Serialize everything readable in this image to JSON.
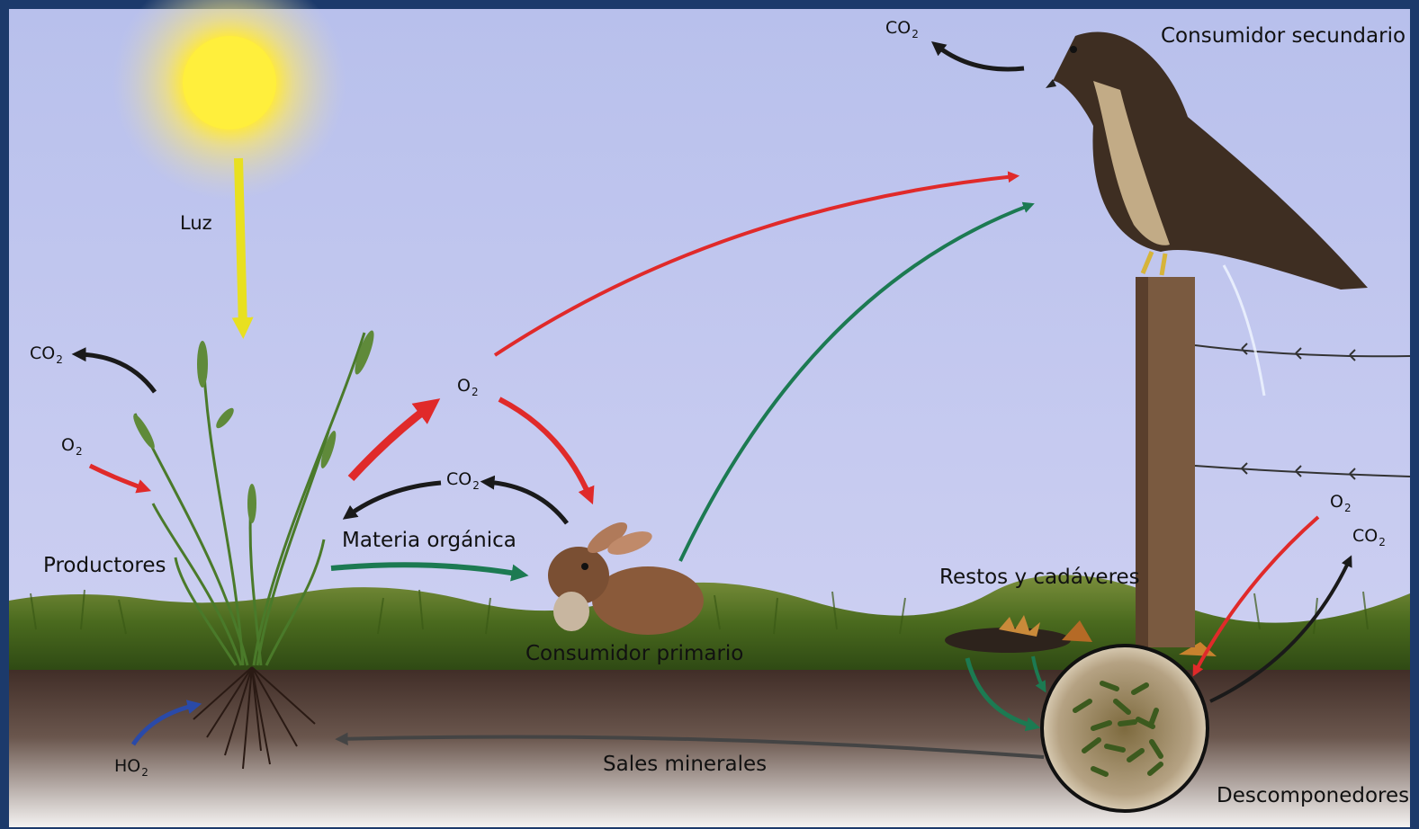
{
  "labels": {
    "luz": "Luz",
    "productores": "Productores",
    "materia_organica": "Materia orgánica",
    "consumidor_primario": "Consumidor primario",
    "consumidor_secundario": "Consumidor secundario",
    "restos": "Restos y cadáveres",
    "sales_minerales": "Sales minerales",
    "descomponedores": "Descomponedores"
  },
  "gases": {
    "co2_base": "CO",
    "o2_base": "O",
    "ho2_base": "HO",
    "sub": "2"
  },
  "colors": {
    "sky_top": "#b9c2ec",
    "sky_bottom": "#cfd2f4",
    "grass": "#4d6a1f",
    "soil": "#4a342a",
    "oxygen_arrow": "#e02a2a",
    "co2_arrow": "#1a1a1a",
    "organic_arrow": "#1c7a52",
    "light_arrow": "#e8e020",
    "water_arrow": "#2a4aa8",
    "minerals_arrow": "#444444"
  },
  "icons": [
    "sun-icon",
    "plant-icon",
    "rabbit-icon",
    "hawk-icon",
    "fence-post-icon",
    "decomposer-circle-icon",
    "dead-leaves-icon"
  ]
}
